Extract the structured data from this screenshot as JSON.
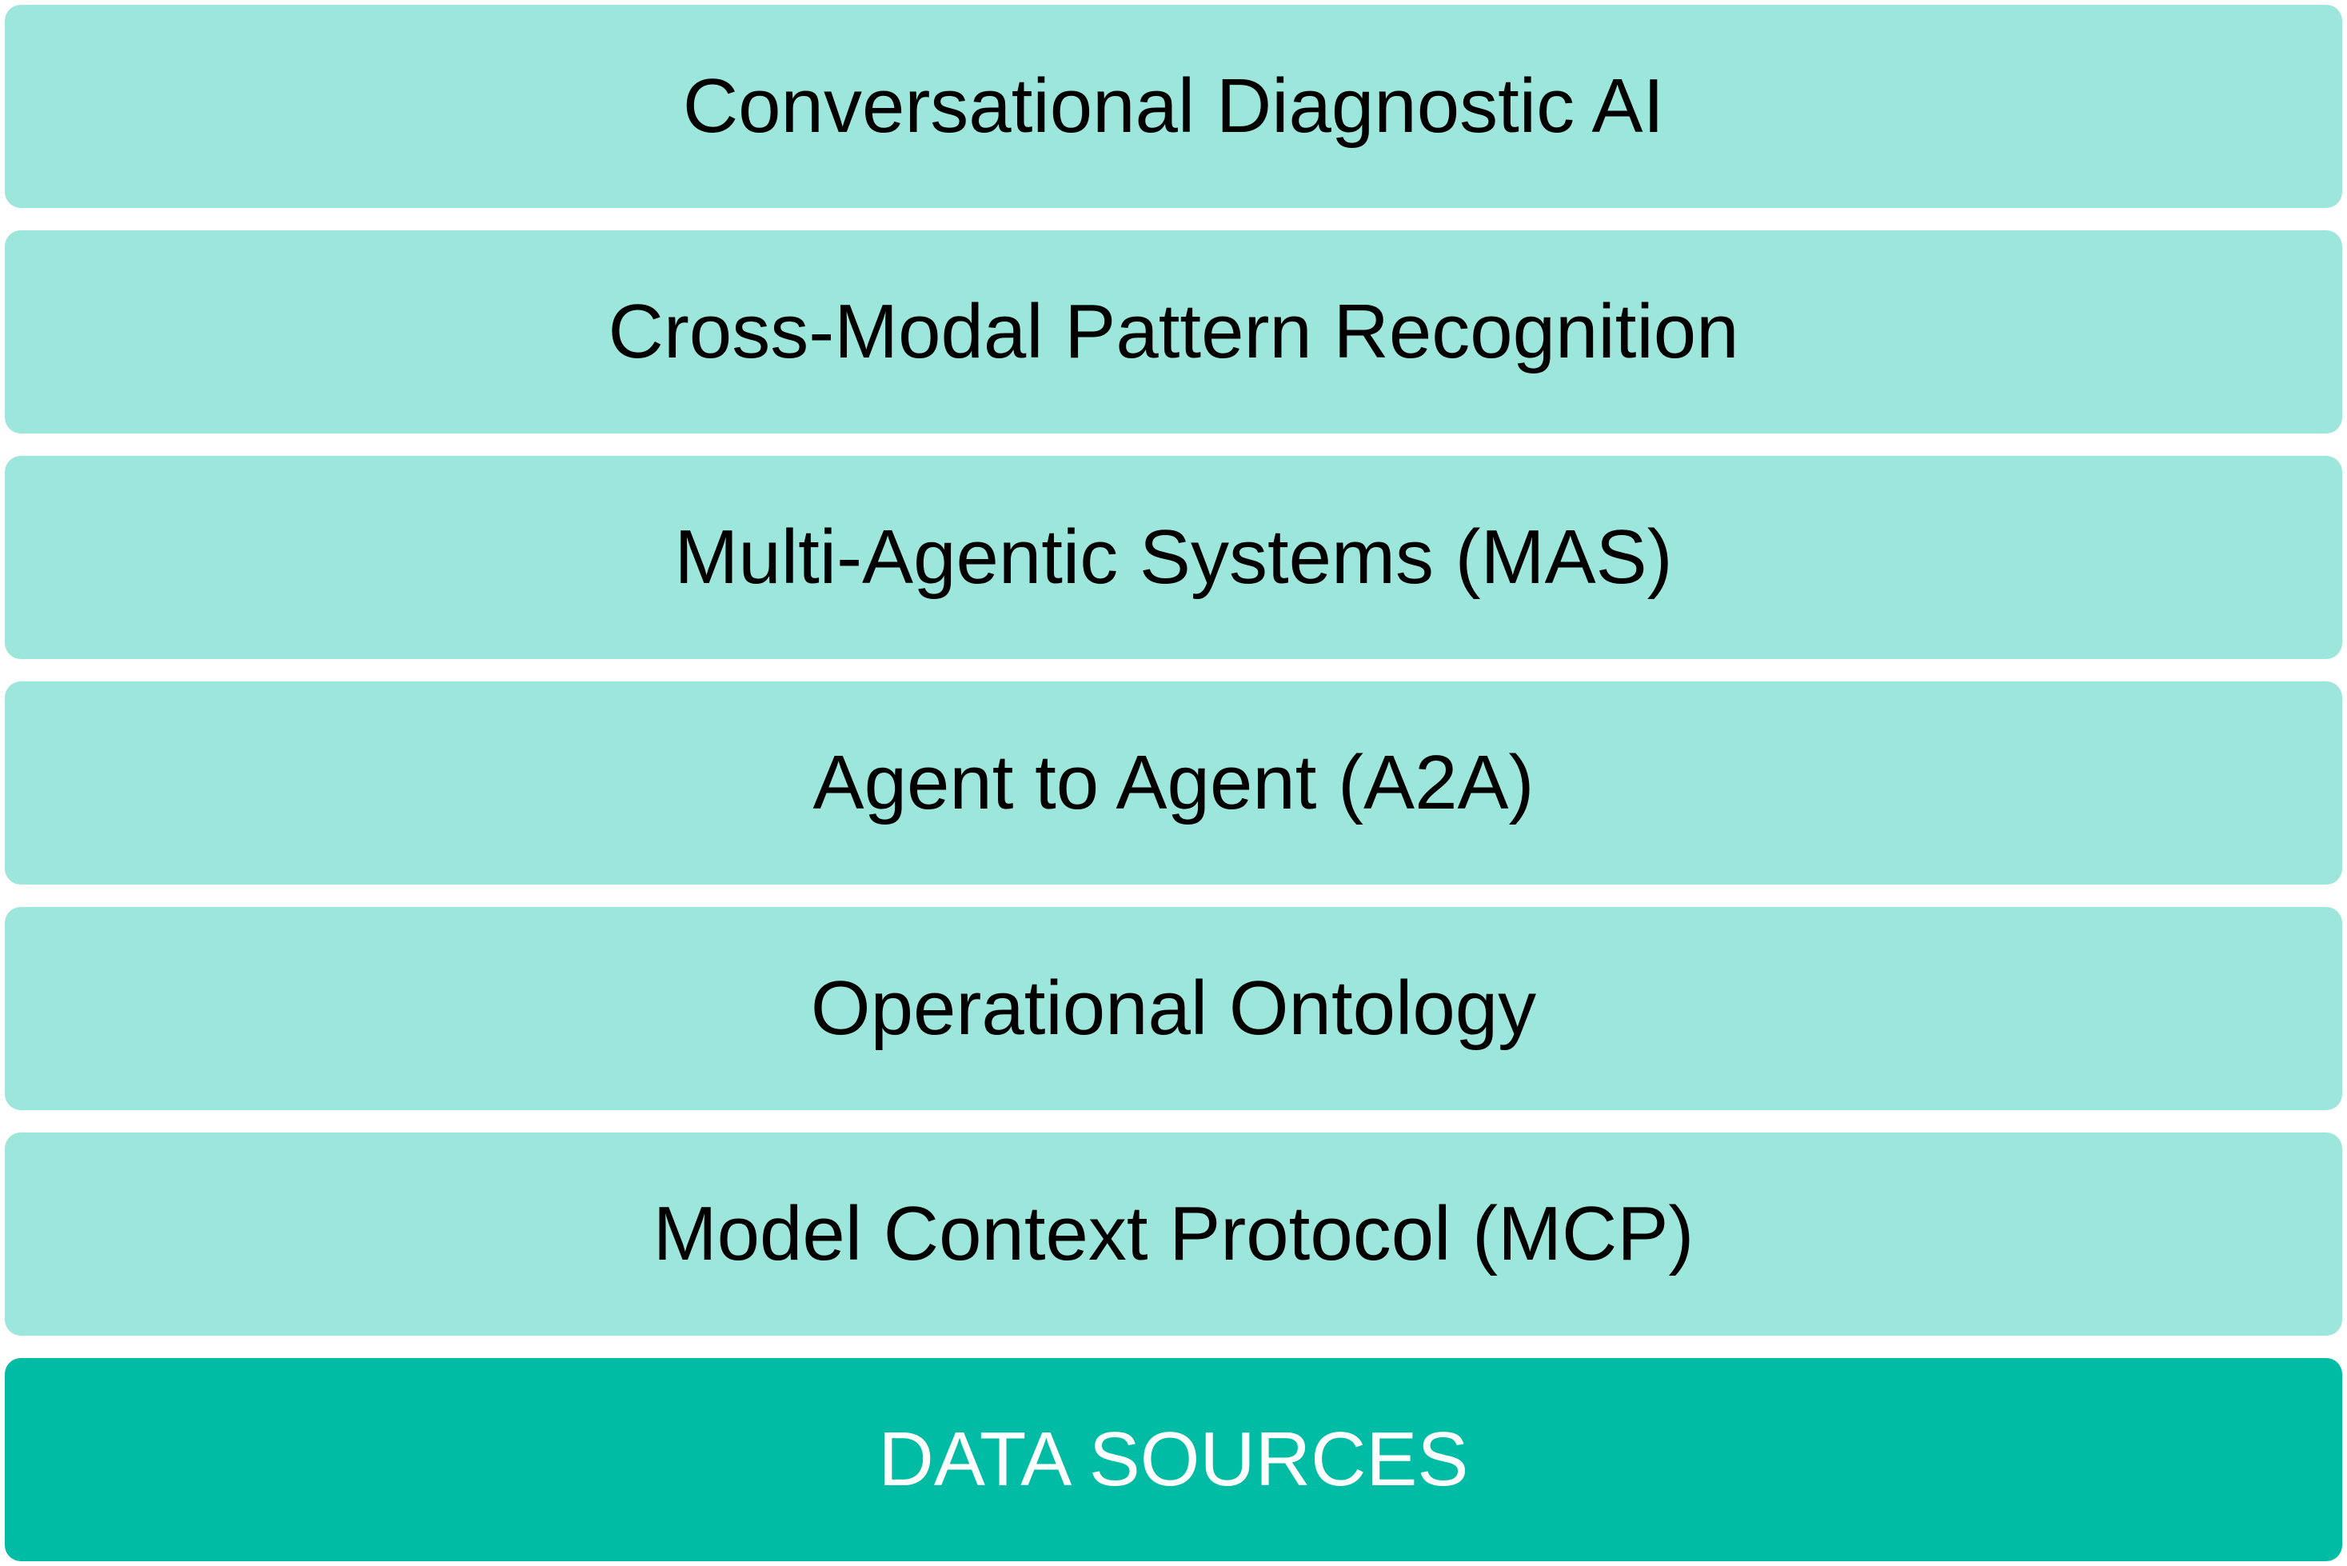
{
  "colors": {
    "layer_fill": "#9de6db",
    "base_fill": "#00bca5",
    "layer_text": "#000000",
    "base_text": "#ffffff"
  },
  "layers": [
    {
      "label": "Conversational Diagnostic AI"
    },
    {
      "label": "Cross-Modal Pattern Recognition"
    },
    {
      "label": "Multi-Agentic Systems (MAS)"
    },
    {
      "label": "Agent to Agent (A2A)"
    },
    {
      "label": "Operational Ontology"
    },
    {
      "label": "Model Context Protocol (MCP)"
    }
  ],
  "base": {
    "label": "DATA SOURCES"
  }
}
